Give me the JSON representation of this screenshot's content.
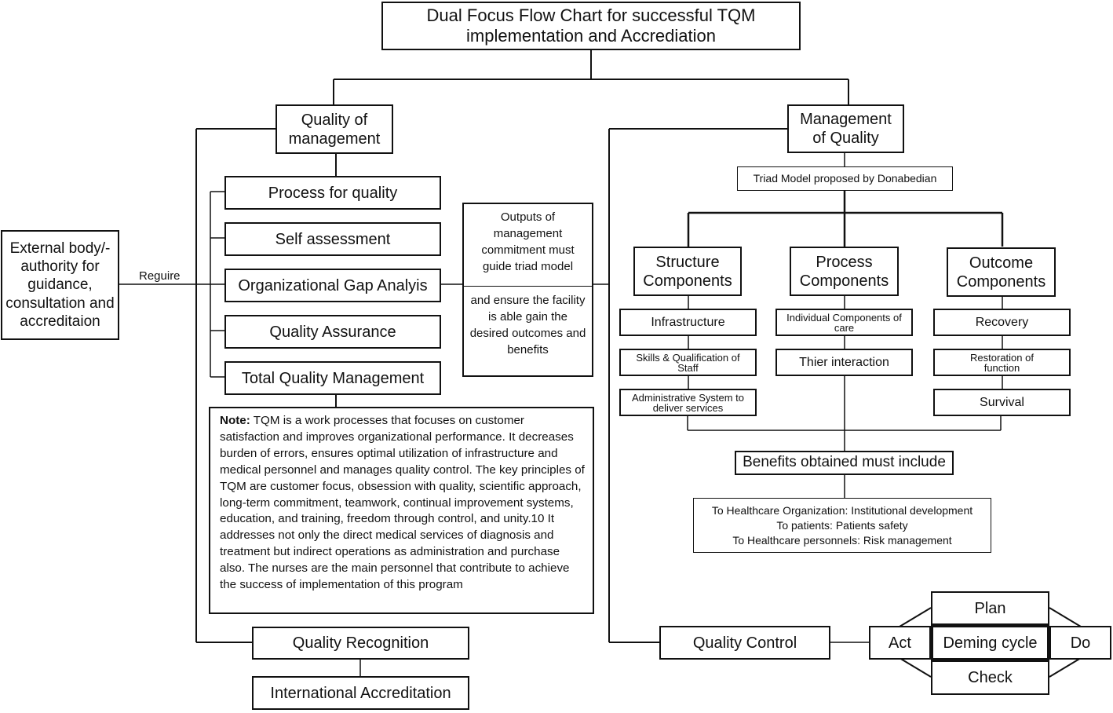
{
  "title": "Dual Focus Flow Chart for successful TQM implementation and Accrediation",
  "quality_of_management": {
    "label": "Quality of management",
    "items": [
      "Process for quality",
      "Self assessment",
      "Organizational Gap Analyis",
      "Quality Assurance",
      "Total Quality Management"
    ]
  },
  "external": {
    "label": "External body/-authority for guidance, consultation and accreditaion",
    "edge_label": "Reguire"
  },
  "outputs": {
    "part1": "Outputs of management commitment must guide triad model",
    "part2": "and ensure the facility is able gain the desired outcomes and benefits"
  },
  "note": {
    "label": "Note:",
    "text": "TQM is a work processes that focuses on customer satisfaction and improves organizational performance. It decreases burden of errors, ensures optimal utilization of infrastructure and medical personnel and manages quality control. The key principles of TQM are customer focus, obsession with quality, scientific approach, long-term commitment, teamwork, continual improvement systems, education, and training, freedom through control, and unity.10 It addresses not only the direct medical services of diagnosis and treatment but indirect operations as administration and purchase also. The nurses are the main personnel that contribute to achieve the success of implementation of this program"
  },
  "quality_recognition": "Quality Recognition",
  "international_accreditation": "International Accreditation",
  "management_of_quality": {
    "label": "Management of Quality",
    "triad": "Triad Model proposed by Donabedian",
    "structure": {
      "label": "Structure Components",
      "items": [
        "Infrastructure",
        "Skills & Qualification of Staff",
        "Administrative System to deliver services"
      ]
    },
    "process": {
      "label": "Process Components",
      "items": [
        "Individual Components of care",
        "Thier interaction"
      ]
    },
    "outcome": {
      "label": "Outcome Components",
      "items": [
        "Recovery",
        "Restoration of function",
        "Survival"
      ]
    },
    "benefits": "Benefits obtained must include",
    "benefits_list": [
      "To Healthcare Organization: Institutional development",
      "To patients: Patients safety",
      "To Healthcare personnels: Risk management"
    ]
  },
  "quality_control": "Quality Control",
  "deming": {
    "center": "Deming cycle",
    "plan": "Plan",
    "do": "Do",
    "check": "Check",
    "act": "Act"
  }
}
